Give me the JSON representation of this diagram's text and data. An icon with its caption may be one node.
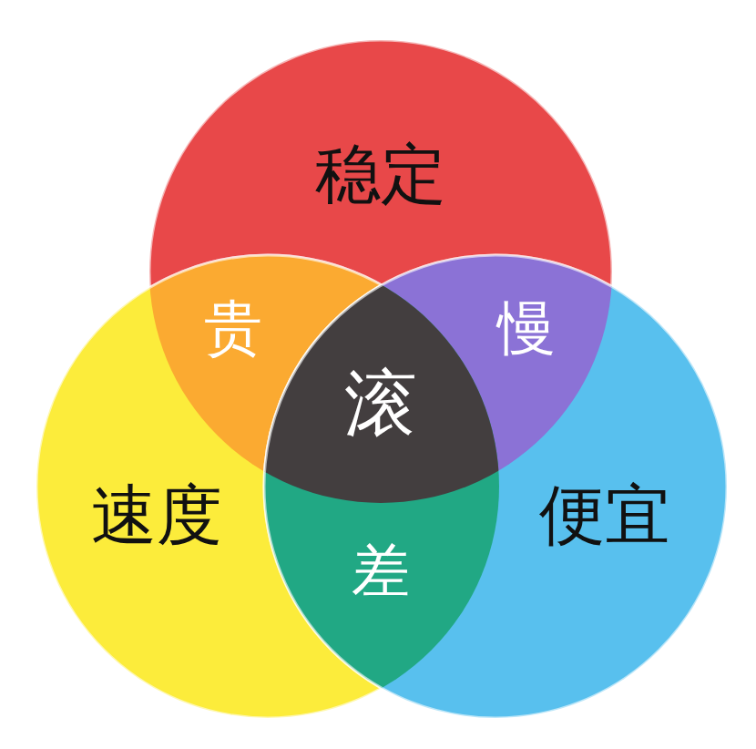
{
  "diagram": {
    "nodes": [
      {
        "text": [
          "稳定"
        ]
      },
      {
        "text": [
          "速度"
        ]
      },
      {
        "text": [
          "便宜"
        ]
      },
      {
        "text": [
          "贵"
        ]
      },
      {
        "text": [
          "慢"
        ]
      },
      {
        "text": [
          "差"
        ]
      },
      {
        "text": [
          "滚"
        ]
      }
    ],
    "edges": []
  }
}
